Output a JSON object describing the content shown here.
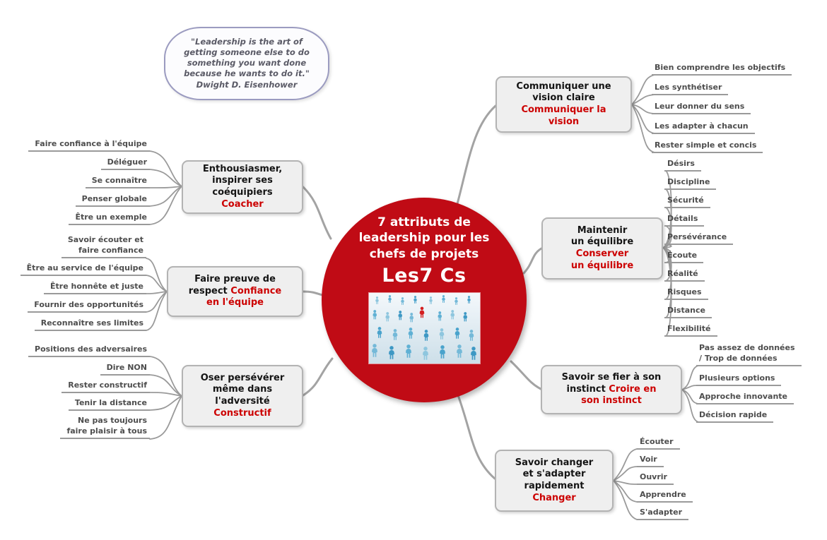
{
  "quote": {
    "text": "\"Leadership is the art of\ngetting someone else to do\nsomething you want done\nbecause he wants to do it.\"",
    "author": "Dwight D. Eisenhower"
  },
  "center": {
    "title": "7 attributs de\nleadership pour les\nchefs de projets",
    "subtitle": "Les7 Cs",
    "image": "crowd-of-blue-figures-with-red-leader"
  },
  "branches": [
    {
      "id": "communiquer",
      "label_black": "Communiquer une\nvision claire",
      "label_red": "Communiquer la\nvision",
      "children": [
        "Bien comprendre les objectifs",
        "Les synthétiser",
        "Leur donner du sens",
        "Les adapter à chacun",
        "Rester simple et concis"
      ]
    },
    {
      "id": "equilibre",
      "label_black": "Maintenir\nun équilibre",
      "label_red": "Conserver\nun équilibre",
      "children": [
        "Désirs",
        "Discipline",
        "Sécurité",
        "Détails",
        "Persévérance",
        "Écoute",
        "Réalité",
        "Risques",
        "Distance",
        "Flexibilité"
      ]
    },
    {
      "id": "instinct",
      "label_black": "Savoir se fier à son\ninstinct",
      "label_red": " Croire en\nson instinct",
      "children": [
        "Pas assez de données\n/ Trop de données",
        "Plusieurs options",
        "Approche innovante",
        "Décision rapide"
      ]
    },
    {
      "id": "changer",
      "label_black": "Savoir changer\net s'adapter\nrapidement",
      "label_red": "Changer",
      "children": [
        "Écouter",
        "Voir",
        "Ouvrir",
        "Apprendre",
        "S'adapter"
      ]
    },
    {
      "id": "coacher",
      "label_black": "Enthousiasmer,\ninspirer ses\ncoéquipiers",
      "label_red": "Coacher",
      "children": [
        "Faire confiance à l'équipe",
        "Déléguer",
        "Se connaître",
        "Penser globale",
        "Être un exemple"
      ]
    },
    {
      "id": "confiance",
      "label_black": "Faire preuve de\nrespect",
      "label_red": " Confiance\nen l'équipe",
      "children": [
        "Savoir écouter et\nfaire confiance",
        "Être au service de l'équipe",
        "Être honnête et juste",
        "Fournir des opportunités",
        "Reconnaître ses limites"
      ]
    },
    {
      "id": "constructif",
      "label_black": "Oser persévérer\nmême dans\nl'adversité",
      "label_red": "Constructif",
      "children": [
        "Positions des adversaires",
        "Dire NON",
        "Rester constructif",
        "Tenir la distance",
        "Ne pas toujours\nfaire plaisir à tous"
      ]
    }
  ],
  "colors": {
    "center_red": "#c00b15",
    "accent_red": "#cc0000",
    "node_bg": "#efefef",
    "node_border": "#b3b3b3",
    "connector": "#a3a3a3"
  }
}
